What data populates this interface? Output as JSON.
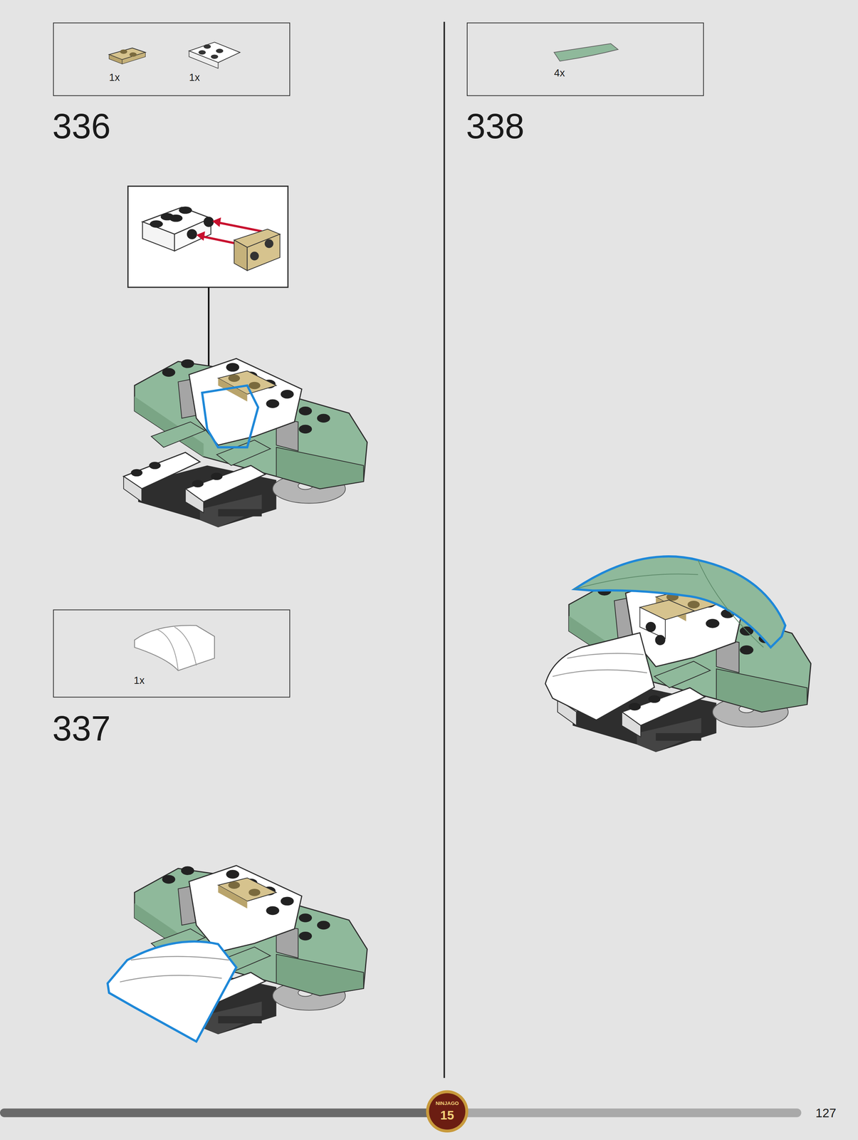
{
  "diagram": {
    "nodes": [
      {
        "text": [
          "1x",
          "1x"
        ]
      },
      {
        "text": [
          "1x"
        ]
      },
      {
        "text": [
          "4x"
        ]
      }
    ],
    "labels": [
      "336",
      "337",
      "338",
      "NINJAGO",
      "15",
      "127"
    ]
  }
}
